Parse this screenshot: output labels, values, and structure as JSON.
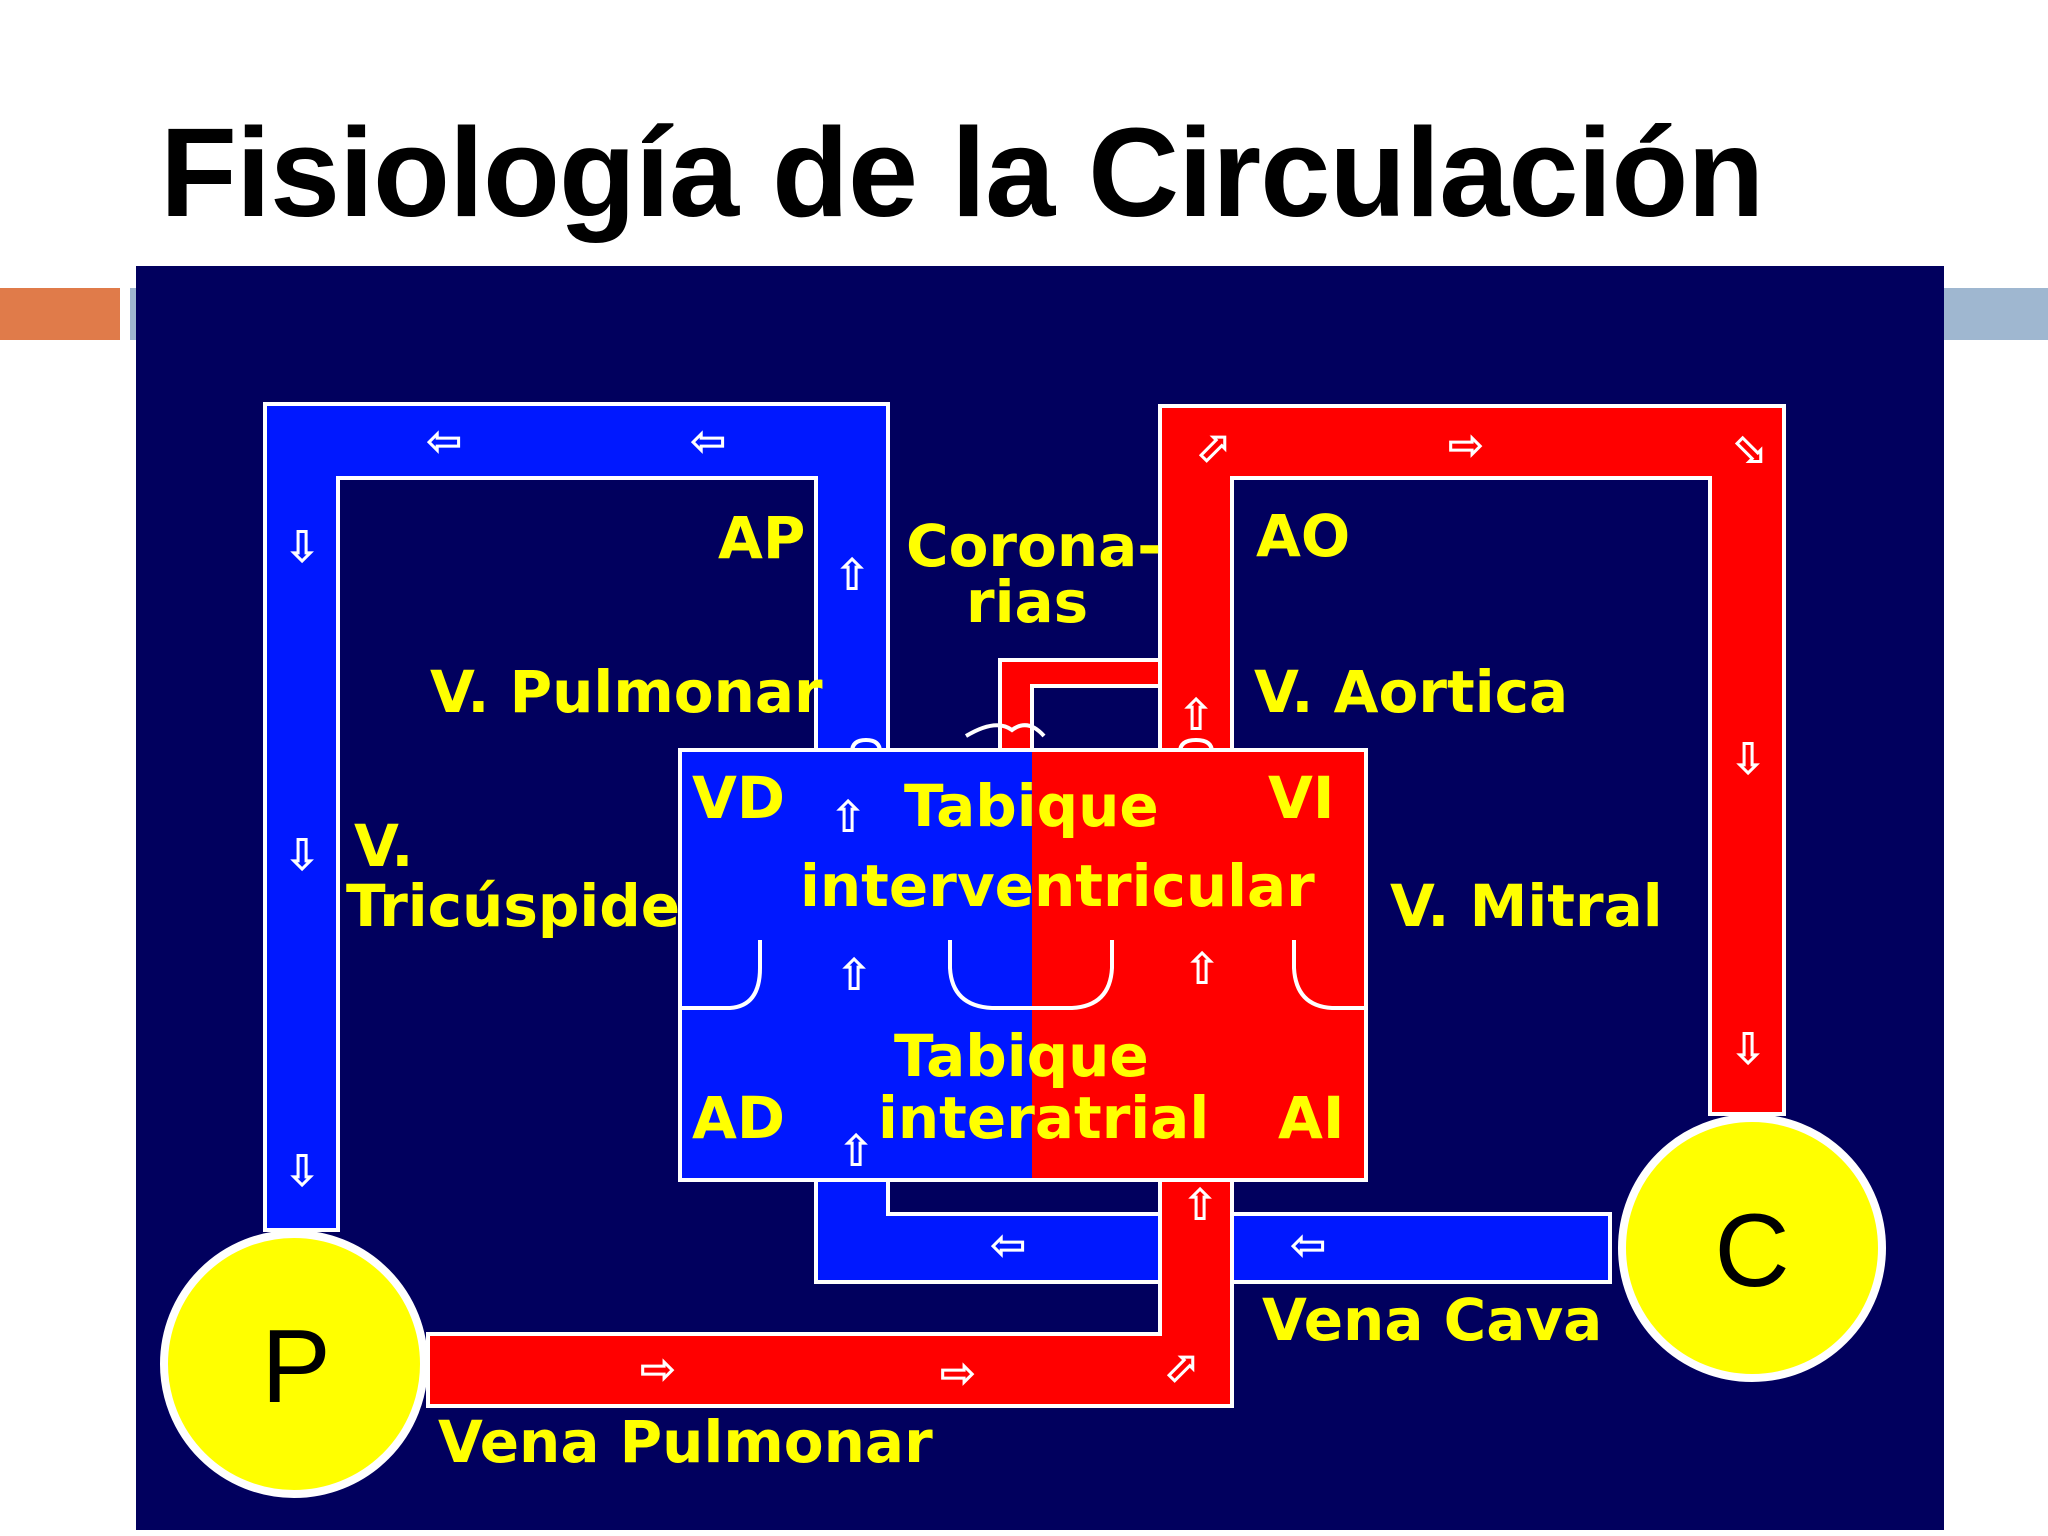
{
  "slide": {
    "title": "Fisiología de la Circulación",
    "accent_colors": {
      "left_bar": "#e07b4a",
      "right_bar": "#9fb7d0",
      "diagram_background": "#01005e",
      "venous_blue": "#0018ff",
      "arterial_red": "#ff0000",
      "circle_yellow": "#ffff00"
    }
  },
  "diagram": {
    "circles": {
      "pulmonary": "P",
      "systemic": "C"
    },
    "labels": {
      "ap": "AP",
      "coronarias_1": "Corona-",
      "coronarias_2": "rias",
      "ao": "AO",
      "v_pulmonar": "V. Pulmonar",
      "v_aortica": "V. Aortica",
      "vd": "VD",
      "vi": "VI",
      "tabique_inter_1": "Tabique",
      "tabique_inter_2": "interventricular",
      "v_tricuspide_1": "V.",
      "v_tricuspide_2": "Tricúspide",
      "v_mitral": "V. Mitral",
      "tabique_atrial_1": "Tabique",
      "tabique_atrial_2": "interatrial",
      "ad": "AD",
      "ai": "AI",
      "vena_cava": "Vena Cava",
      "vena_pulmonar": "Vena Pulmonar"
    },
    "arrow_glyphs": {
      "left": "⇦",
      "right": "⇨",
      "up": "⇧",
      "down": "⇩",
      "up_right": "⬀",
      "down_right": "⬂"
    }
  }
}
